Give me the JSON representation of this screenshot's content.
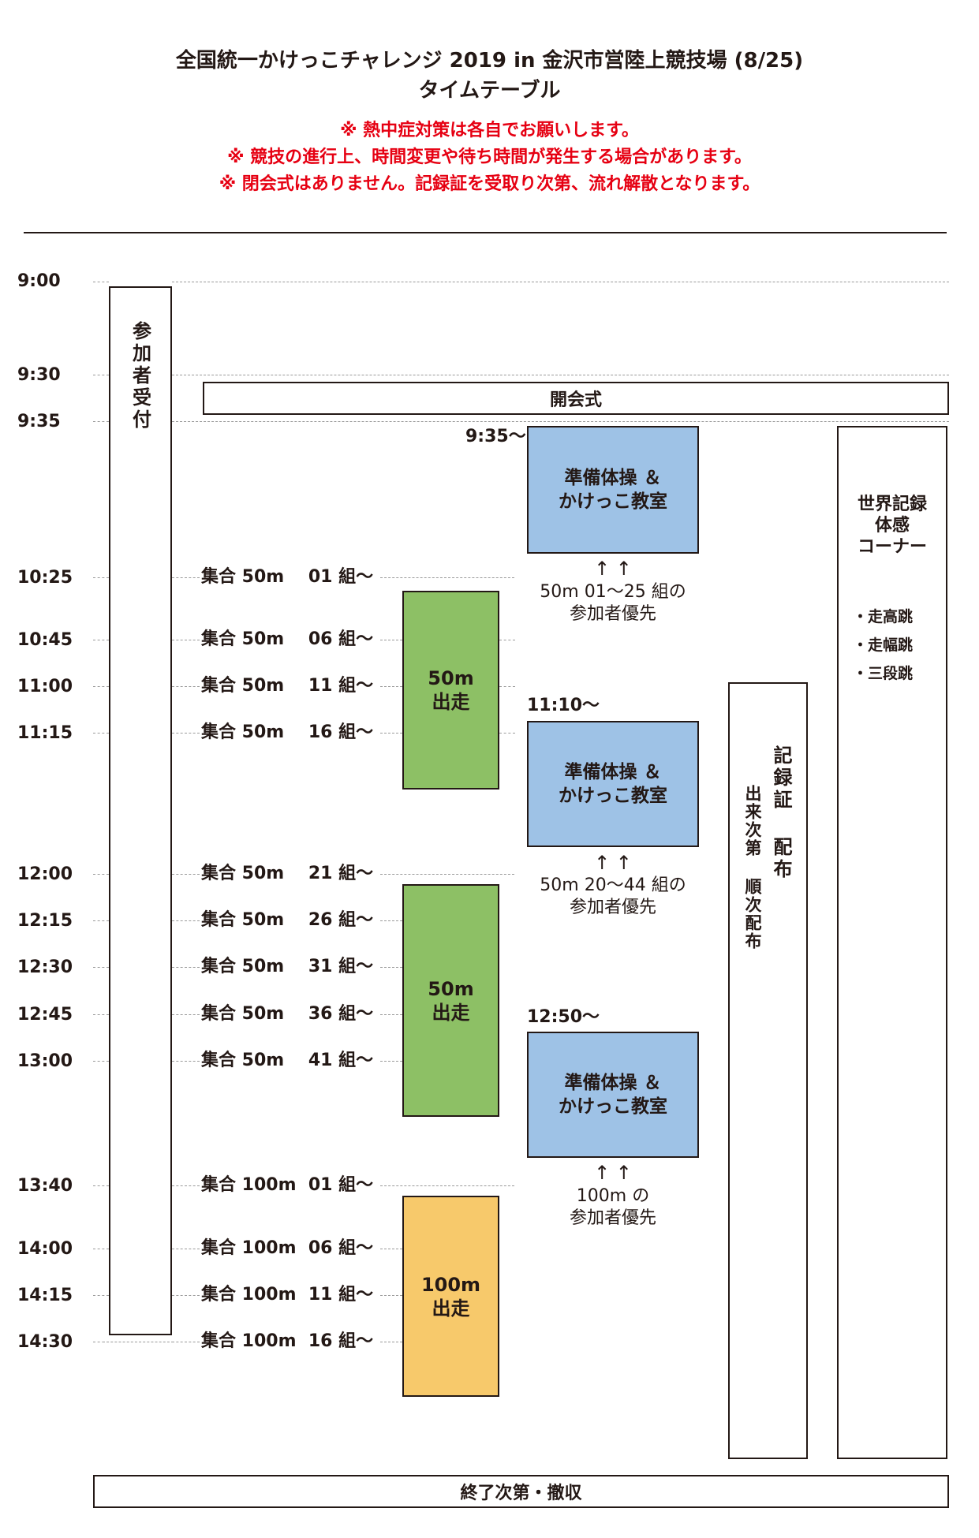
{
  "header": {
    "title": "全国統一かけっこチャレンジ 2019 in 金沢市営陸上競技場 (8/25)",
    "subtitle": "タイムテーブル",
    "notes": [
      "※ 熱中症対策は各自でお願いします。",
      "※ 競技の進行上、時間変更や待ち時間が発生する場合があります。",
      "※ 閉会式はありません。記録証を受取り次第、流れ解散となります。"
    ]
  },
  "times": [
    "9:00",
    "9:30",
    "9:35",
    "10:25",
    "10:45",
    "11:00",
    "11:15",
    "12:00",
    "12:15",
    "12:30",
    "12:45",
    "13:00",
    "13:40",
    "14:00",
    "14:15",
    "14:30"
  ],
  "reception": "参加者受付",
  "opening": "開会式",
  "assembly": [
    {
      "label": "集合 50m",
      "group": "01 組〜"
    },
    {
      "label": "集合 50m",
      "group": "06 組〜"
    },
    {
      "label": "集合 50m",
      "group": "11 組〜"
    },
    {
      "label": "集合 50m",
      "group": "16 組〜"
    },
    {
      "label": "集合 50m",
      "group": "21 組〜"
    },
    {
      "label": "集合 50m",
      "group": "26 組〜"
    },
    {
      "label": "集合 50m",
      "group": "31 組〜"
    },
    {
      "label": "集合 50m",
      "group": "36 組〜"
    },
    {
      "label": "集合 50m",
      "group": "41 組〜"
    },
    {
      "label": "集合 100m",
      "group": "01 組〜"
    },
    {
      "label": "集合 100m",
      "group": "06 組〜"
    },
    {
      "label": "集合 100m",
      "group": "11 組〜"
    },
    {
      "label": "集合 100m",
      "group": "16 組〜"
    }
  ],
  "runs": [
    {
      "line1": "50m",
      "line2": "出走"
    },
    {
      "line1": "50m",
      "line2": "出走"
    },
    {
      "line1": "100m",
      "line2": "出走"
    }
  ],
  "warmups": [
    {
      "start": "9:35〜",
      "line1": "準備体操 ＆",
      "line2": "かけっこ教室",
      "arrows": "↑ ↑",
      "prio1": "50m 01〜25 組の",
      "prio2": "参加者優先"
    },
    {
      "start": "11:10〜",
      "line1": "準備体操 ＆",
      "line2": "かけっこ教室",
      "arrows": "↑ ↑",
      "prio1": "50m 20〜44 組の",
      "prio2": "参加者優先"
    },
    {
      "start": "12:50〜",
      "line1": "準備体操 ＆",
      "line2": "かけっこ教室",
      "arrows": "↑ ↑",
      "prio1": "100m の",
      "prio2": "参加者優先"
    }
  ],
  "certificate": {
    "title": "記録証 配布",
    "sub": "出来次第 順次配布"
  },
  "world": {
    "line1": "世界記録",
    "line2": "体感",
    "line3": "コーナー",
    "items": [
      "・走高跳",
      "・走幅跳",
      "・三段跳"
    ]
  },
  "closing": "終了次第・撤収"
}
